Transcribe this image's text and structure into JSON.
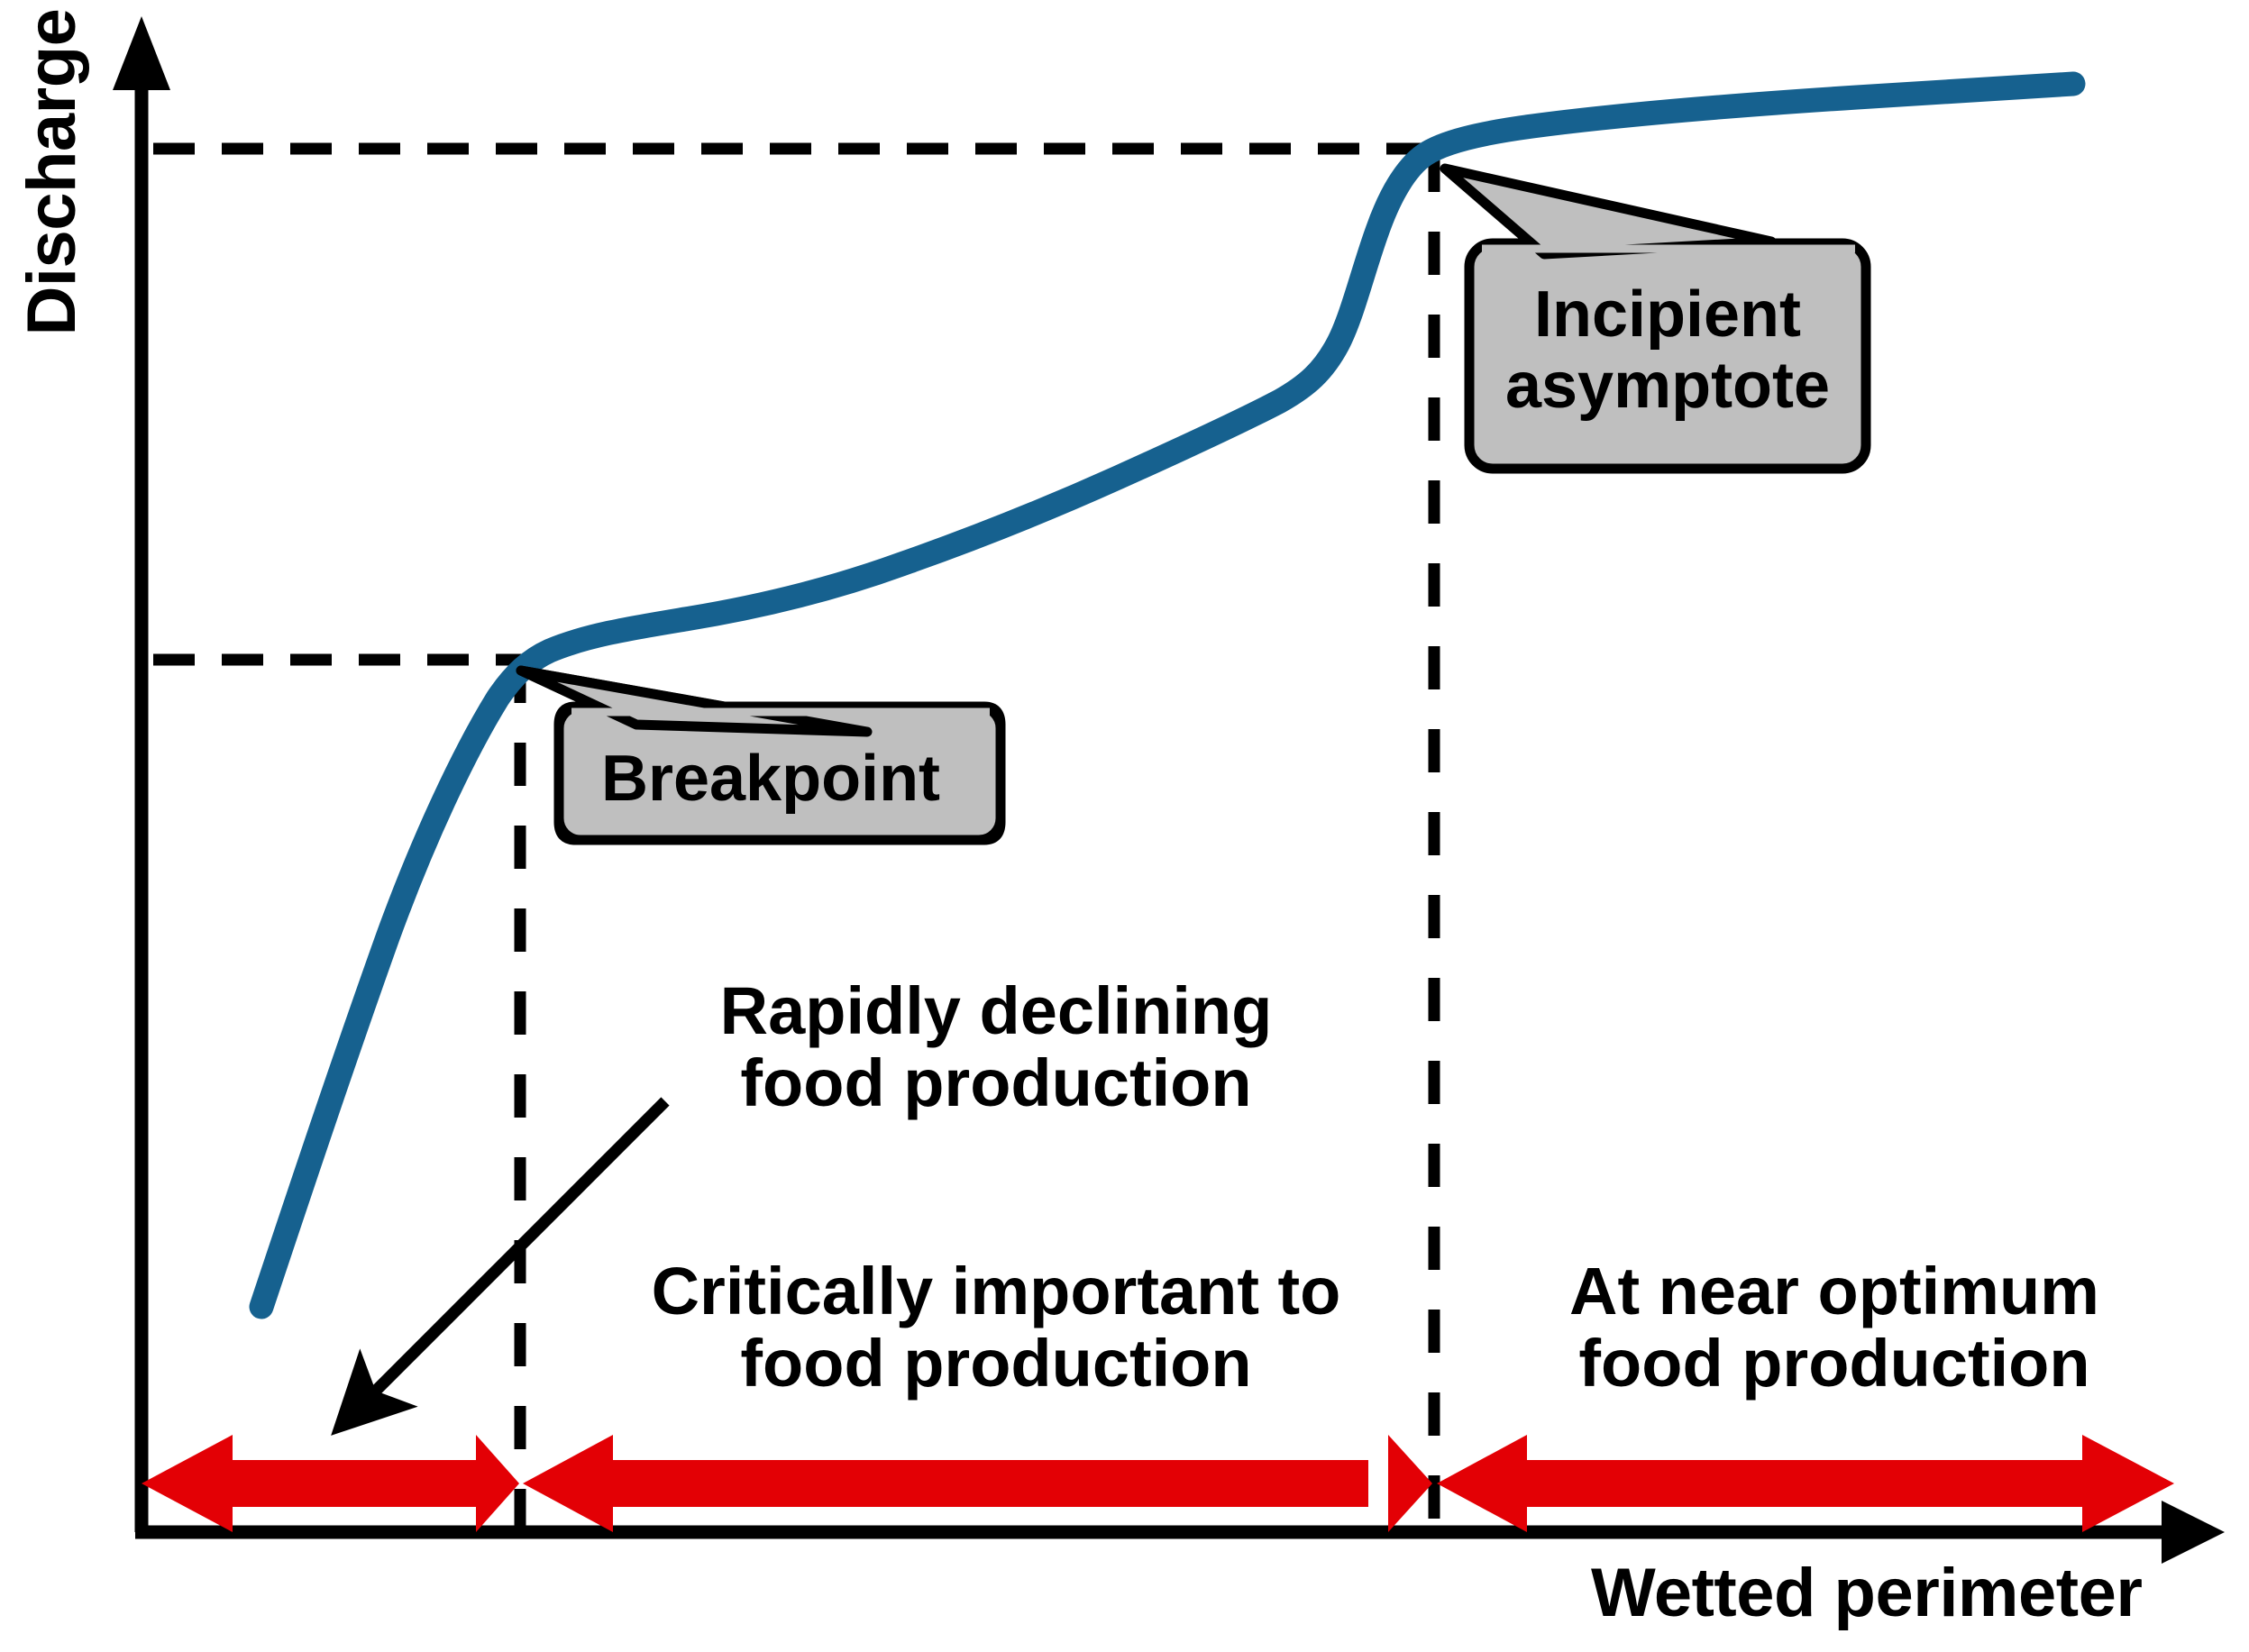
{
  "figure": {
    "axes": {
      "y_label": "Discharge",
      "x_label": "Wetted perimeter"
    },
    "callouts": [
      {
        "id": "breakpoint",
        "text": "Breakpoint",
        "fill": "#BFBFBF",
        "stroke": "#000000"
      },
      {
        "id": "incipient-asymptote",
        "text": "Incipient\nasymptote",
        "fill": "#BFBFBF",
        "stroke": "#000000"
      }
    ],
    "annotations": [
      {
        "id": "rapid-decline",
        "text": "Rapidly declining\nfood production"
      },
      {
        "id": "critical",
        "text": "Critically important to\nfood production"
      },
      {
        "id": "optimum",
        "text": "At near optimum\nfood production"
      }
    ],
    "colors": {
      "curve": "#16618F",
      "arrow_red": "#E30005",
      "axis": "#000000",
      "callout_fill": "#BFBFBF",
      "background": "#FFFFFF"
    }
  },
  "chart_data": {
    "type": "line",
    "title": "",
    "xlabel": "Wetted perimeter",
    "ylabel": "Discharge",
    "xlim": [
      0,
      100
    ],
    "ylim": [
      0,
      100
    ],
    "grid": false,
    "legend": null,
    "axis_ticks": {
      "x": [],
      "y": []
    },
    "series": [
      {
        "name": "Wetted perimeter vs Discharge",
        "x": [
          5.8,
          7.0,
          8.2,
          9.4,
          10.6,
          11.8,
          13.0,
          14.2,
          15.4,
          16.6,
          17.9,
          19.5,
          21.5,
          24.0,
          27.0,
          31.0,
          36.0,
          41.0,
          46.0,
          51.0,
          56.0,
          60.0,
          62.0,
          63.5,
          65.0,
          66.5,
          68.0,
          70.0,
          72.0,
          74.0,
          76.0,
          78.0,
          80.0,
          84.0,
          88.0,
          92.0,
          96.0,
          99.0
        ],
        "y": [
          19.5,
          24.5,
          29.5,
          34.5,
          39.0,
          43.5,
          48.0,
          52.5,
          56.5,
          59.5,
          61.0,
          62.5,
          63.5,
          64.8,
          66.4,
          68.6,
          71.4,
          74.0,
          76.2,
          78.2,
          80.0,
          81.6,
          82.6,
          84.5,
          86.8,
          88.6,
          90.0,
          91.2,
          92.2,
          92.8,
          93.2,
          93.4,
          93.6,
          94.0,
          94.4,
          94.8,
          95.2,
          95.6
        ]
      }
    ],
    "markers": [
      {
        "name": "Breakpoint",
        "x": 17.9,
        "y": 61.0,
        "note": "knee of the curve; guide lines drawn to both axes"
      },
      {
        "name": "Incipient asymptote",
        "x": 68.0,
        "y": 90.0,
        "note": "curve flattens toward horizontal asymptote"
      }
    ],
    "reference_lines": [
      {
        "orientation": "horizontal",
        "y": 90.0,
        "style": "dashed",
        "label": "incipient asymptote level"
      },
      {
        "orientation": "horizontal",
        "y": 61.0,
        "style": "dashed",
        "label": "breakpoint level"
      },
      {
        "orientation": "vertical",
        "x": 17.9,
        "style": "dashed",
        "label": "breakpoint"
      },
      {
        "orientation": "vertical",
        "x": 68.0,
        "style": "dashed",
        "label": "incipient asymptote"
      }
    ],
    "regions": [
      {
        "label": "Rapidly declining\nfood production",
        "x_start": 0.0,
        "x_end": 17.9,
        "color": "#E30005"
      },
      {
        "label": "Critically important to\nfood production",
        "x_start": 17.9,
        "x_end": 68.0,
        "color": "#E30005"
      },
      {
        "label": "At near optimum\nfood production",
        "x_start": 68.0,
        "x_end": 100.0,
        "color": "#E30005"
      }
    ]
  }
}
